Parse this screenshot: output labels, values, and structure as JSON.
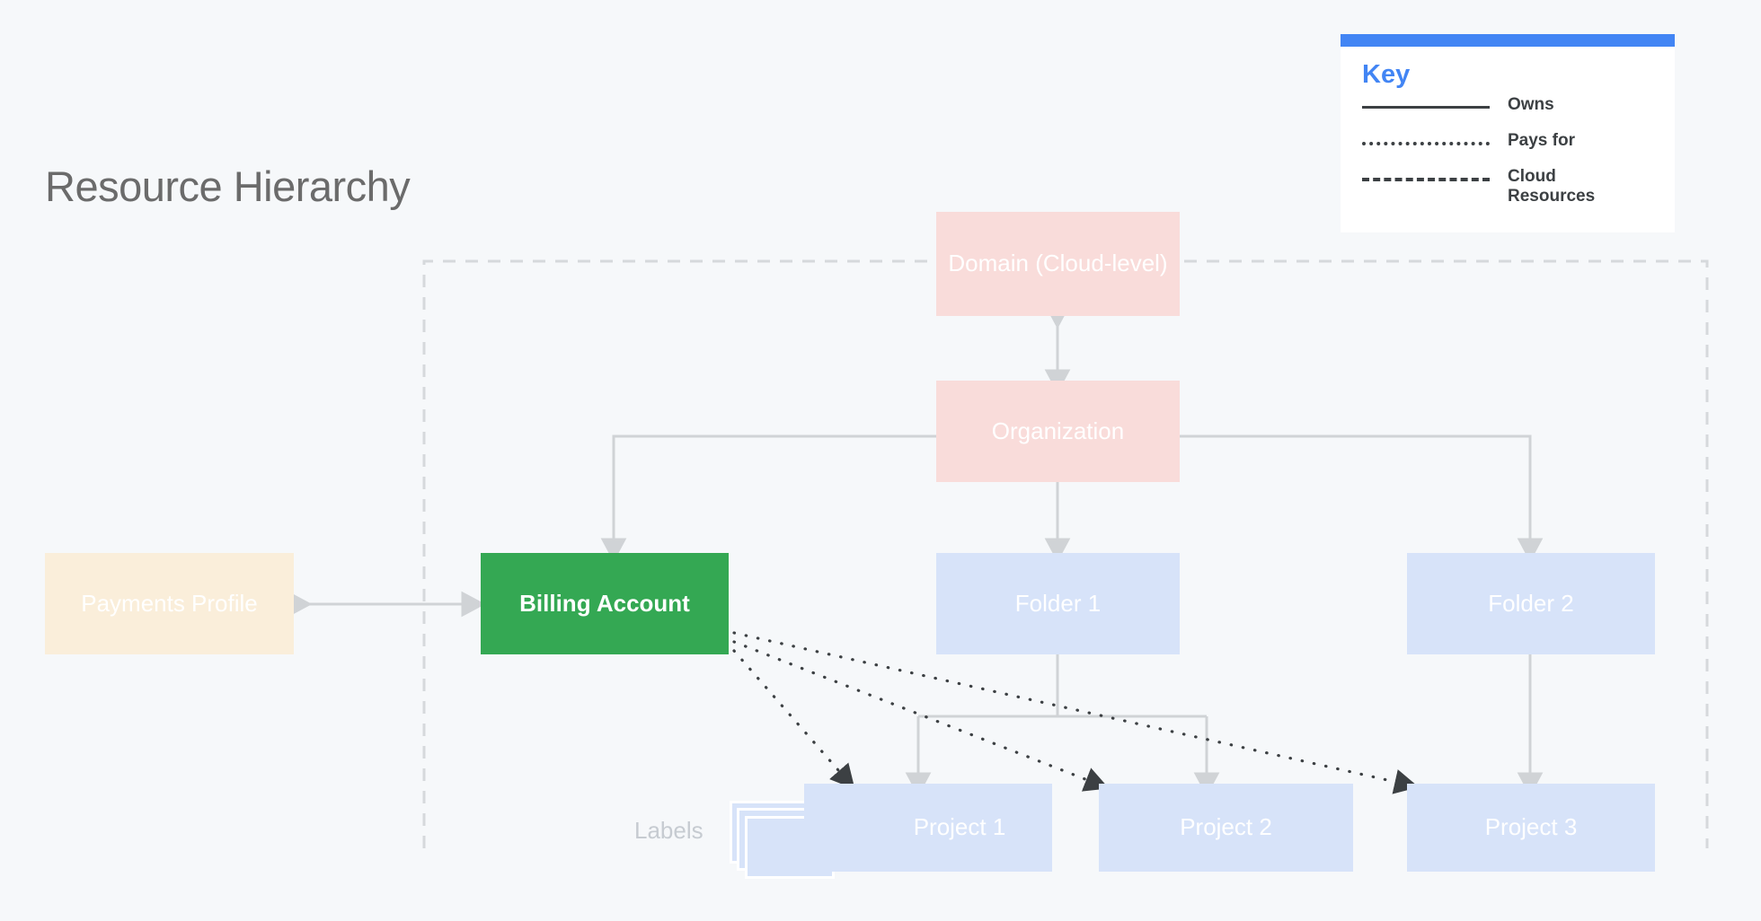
{
  "page": {
    "title": "Resource Hierarchy",
    "background_color": "#f6f8fa"
  },
  "key": {
    "title": "Key",
    "accent_color": "#4285f4",
    "items": [
      {
        "label": "Owns",
        "style": "solid"
      },
      {
        "label": "Pays for",
        "style": "dotted"
      },
      {
        "label": "Cloud Resources",
        "style": "dashed"
      }
    ]
  },
  "diagram": {
    "boundary_label": "Cloud Resources",
    "labels_caption": "Labels",
    "nodes": {
      "domain": {
        "label": "Domain (Cloud-level)",
        "color": "#f9dcda"
      },
      "organization": {
        "label": "Organization",
        "color": "#f9dcda"
      },
      "payments_profile": {
        "label": "Payments Profile",
        "color": "#faeeda"
      },
      "billing_account": {
        "label": "Billing Account",
        "color": "#34a853"
      },
      "folder_1": {
        "label": "Folder 1",
        "color": "#d7e3f9"
      },
      "folder_2": {
        "label": "Folder 2",
        "color": "#d7e3f9"
      },
      "project_1": {
        "label": "Project 1",
        "color": "#d7e3f9"
      },
      "project_2": {
        "label": "Project 2",
        "color": "#d7e3f9"
      },
      "project_3": {
        "label": "Project 3",
        "color": "#d7e3f9"
      }
    },
    "connectors": [
      {
        "from": "domain",
        "to": "organization",
        "style": "solid",
        "relation": "Owns",
        "bidirectional": true
      },
      {
        "from": "organization",
        "to": "billing_account",
        "style": "solid",
        "relation": "Owns"
      },
      {
        "from": "organization",
        "to": "folder_1",
        "style": "solid",
        "relation": "Owns"
      },
      {
        "from": "organization",
        "to": "folder_2",
        "style": "solid",
        "relation": "Owns"
      },
      {
        "from": "payments_profile",
        "to": "billing_account",
        "style": "solid",
        "relation": "Owns",
        "bidirectional": true
      },
      {
        "from": "folder_1",
        "to": "project_1",
        "style": "solid",
        "relation": "Owns"
      },
      {
        "from": "folder_1",
        "to": "project_2",
        "style": "solid",
        "relation": "Owns"
      },
      {
        "from": "folder_2",
        "to": "project_3",
        "style": "solid",
        "relation": "Owns"
      },
      {
        "from": "billing_account",
        "to": "project_1",
        "style": "dotted",
        "relation": "Pays for"
      },
      {
        "from": "billing_account",
        "to": "project_2",
        "style": "dotted",
        "relation": "Pays for"
      },
      {
        "from": "billing_account",
        "to": "project_3",
        "style": "dotted",
        "relation": "Pays for"
      }
    ]
  }
}
